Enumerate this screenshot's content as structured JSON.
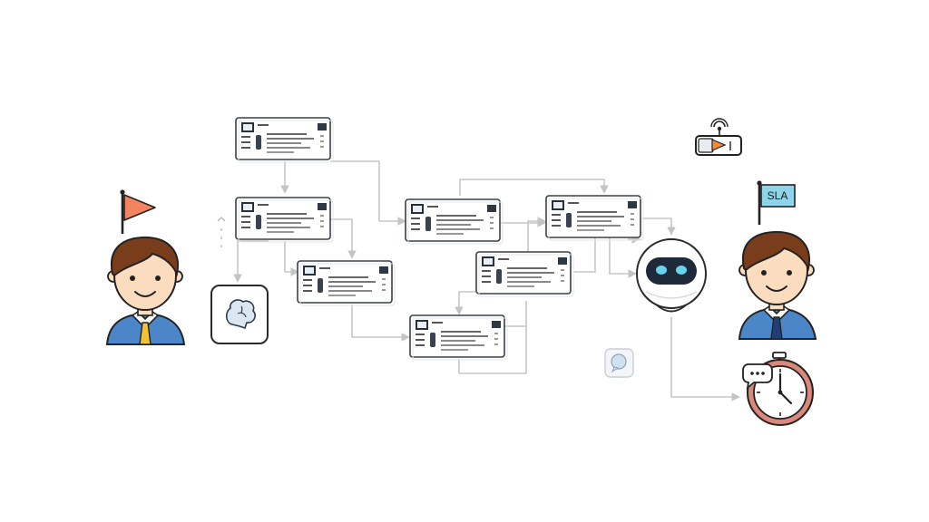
{
  "flag_right": {
    "label": "SLA"
  },
  "colors": {
    "flag_left": "#f4845f",
    "flag_right": "#8fd4e8",
    "shirt": "#4a86c8",
    "tie_left": "#f2c233",
    "tie_right": "#1f3f78",
    "hair": "#7a3d1c",
    "skin": "#fbdcbf",
    "robot_eyes": "#67d3ec",
    "clock_ring": "#d9887a",
    "connector": "#c7c7c7",
    "outline": "#222222"
  },
  "icons": [
    "flag-icon",
    "person-avatar",
    "brain-icon",
    "ticket-card",
    "robot-icon",
    "chat-bubble-icon",
    "stopwatch-icon",
    "video-recorder-icon"
  ]
}
